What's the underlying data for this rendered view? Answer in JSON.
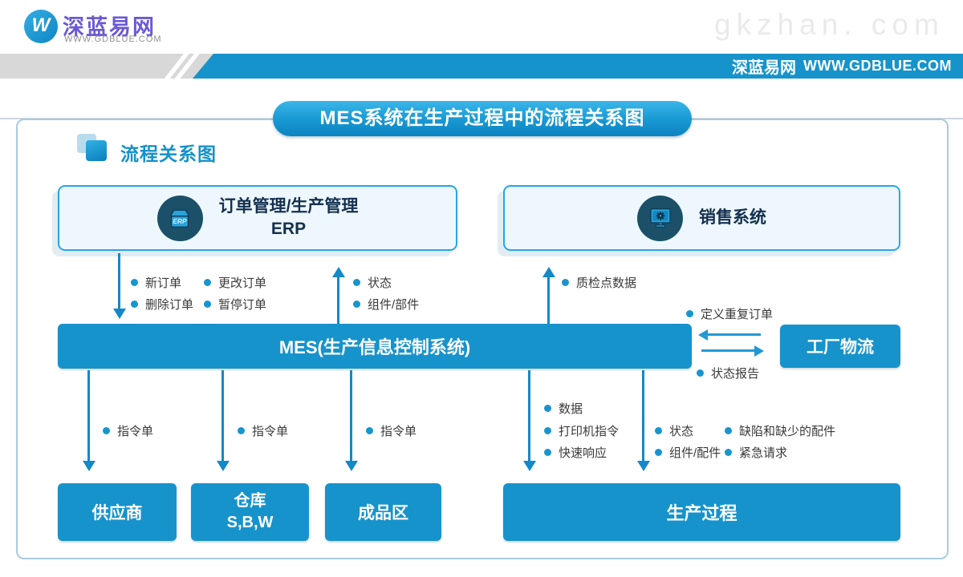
{
  "header": {
    "logo": {
      "title": "深蓝易网",
      "url": "WWW.GDBLUE.COM",
      "mark": "W"
    },
    "watermark": "gkzhan. com",
    "banner": {
      "brand": "深蓝易网",
      "url": "WWW.GDBLUE.COM"
    }
  },
  "diagram": {
    "title": "MES系统在生产过程中的流程关系图",
    "section_heading": "流程关系图"
  },
  "nodes": {
    "erp": {
      "line1": "订单管理/生产管理",
      "line2": "ERP",
      "icon": "erp-canister-icon",
      "icon_text": "ERP"
    },
    "sales": {
      "label": "销售系统",
      "icon": "monitor-gear-icon"
    },
    "mes": {
      "label": "MES(生产信息控制系统)"
    },
    "logistics": {
      "label": "工厂物流"
    },
    "supplier": {
      "label": "供应商"
    },
    "warehouse": {
      "line1": "仓库",
      "line2": "S,B,W"
    },
    "finished": {
      "label": "成品区"
    },
    "production": {
      "label": "生产过程"
    }
  },
  "edges": {
    "erp_to_mes": {
      "direction": "down",
      "items": [
        "新订单",
        "更改订单",
        "删除订单",
        "暂停订单"
      ]
    },
    "mes_to_erp": {
      "direction": "up",
      "items": [
        "状态",
        "组件/部件"
      ]
    },
    "mes_to_sales": {
      "direction": "up",
      "items": [
        "质检点数据"
      ]
    },
    "logistics_to_mes": {
      "direction": "left",
      "items": [
        "定义重复订单"
      ]
    },
    "mes_to_logistics": {
      "direction": "right",
      "items": [
        "状态报告"
      ]
    },
    "mes_to_supplier": {
      "direction": "down",
      "items": [
        "指令单"
      ]
    },
    "mes_to_warehouse": {
      "direction": "down",
      "items": [
        "指令单"
      ]
    },
    "mes_to_finished": {
      "direction": "down",
      "items": [
        "指令单"
      ]
    },
    "mes_to_production_data": {
      "direction": "down",
      "items": [
        "数据",
        "打印机指令",
        "快速响应"
      ]
    },
    "production_status": {
      "direction": "down",
      "items": [
        "状态",
        "组件/配件"
      ]
    },
    "production_requests": {
      "direction": "down",
      "items": [
        "缺陷和缺少的配件",
        "紧急请求"
      ]
    }
  },
  "colors": {
    "primary_blue": "#1793cc",
    "accent_blue": "#27a7e2",
    "light_fill": "#edf7fd",
    "dark_navy_text": "#14304e",
    "icon_circle": "#1b5068",
    "arrow": "#1488c8",
    "logo_purple": "#6b59d6",
    "band_gray": "#d8d8d8",
    "frame_border": "#a9ccdf"
  }
}
